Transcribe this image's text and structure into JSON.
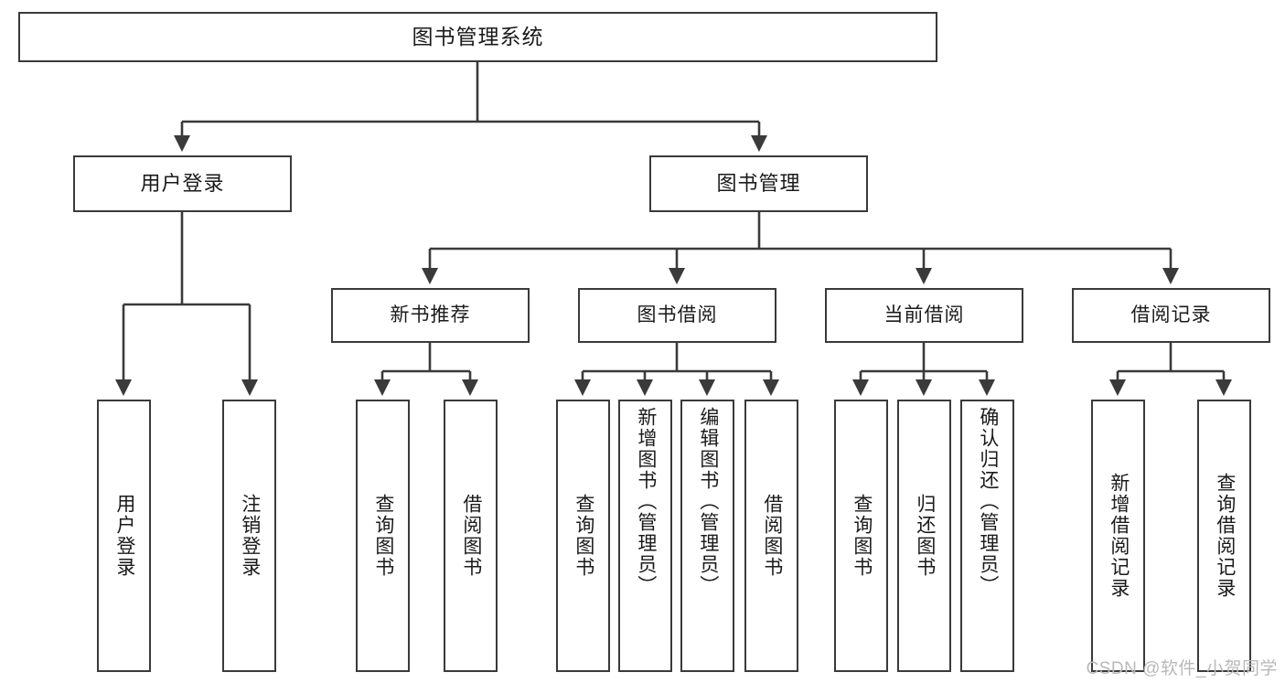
{
  "diagram": {
    "type": "tree-hierarchy-chart",
    "title": "图书管理系统",
    "root": {
      "label": "图书管理系统",
      "children": [
        {
          "label": "用户登录",
          "children": [
            {
              "label": "用户登录"
            },
            {
              "label": "注销登录"
            }
          ]
        },
        {
          "label": "图书管理",
          "children": [
            {
              "label": "新书推荐",
              "children": [
                {
                  "label": "查询图书"
                },
                {
                  "label": "借阅图书"
                }
              ]
            },
            {
              "label": "图书借阅",
              "children": [
                {
                  "label": "查询图书"
                },
                {
                  "label": "新增图书（管理员）"
                },
                {
                  "label": "编辑图书（管理员）"
                },
                {
                  "label": "借阅图书"
                }
              ]
            },
            {
              "label": "当前借阅",
              "children": [
                {
                  "label": "查询图书"
                },
                {
                  "label": "归还图书"
                },
                {
                  "label": "确认归还（管理员）"
                }
              ]
            },
            {
              "label": "借阅记录",
              "children": [
                {
                  "label": "新增借阅记录"
                },
                {
                  "label": "查询借阅记录"
                }
              ]
            }
          ]
        }
      ]
    },
    "nodes": {
      "root": "图书管理系统",
      "user_login": "用户登录",
      "book_manage": "图书管理",
      "new_book_rec": "新书推荐",
      "book_borrow": "图书借阅",
      "current_borrow": "当前借阅",
      "borrow_record": "借阅记录"
    },
    "leaves": {
      "l1": "用户登录",
      "l2": "注销登录",
      "l3": "查询图书",
      "l4": "借阅图书",
      "l5": "查询图书",
      "l6": "新增图书（管理员）",
      "l7": "编辑图书（管理员）",
      "l8": "借阅图书",
      "l9": "查询图书",
      "l10": "归还图书",
      "l11": "确认归还（管理员）",
      "l12": "新增借阅记录",
      "l13": "查询借阅记录"
    },
    "watermark": "CSDN @软件_小贺同学",
    "colors": {
      "stroke": "#3a3a3a",
      "fill": "#ffffff",
      "text": "#1a1a1a",
      "watermark": "#b9b9b9"
    }
  }
}
